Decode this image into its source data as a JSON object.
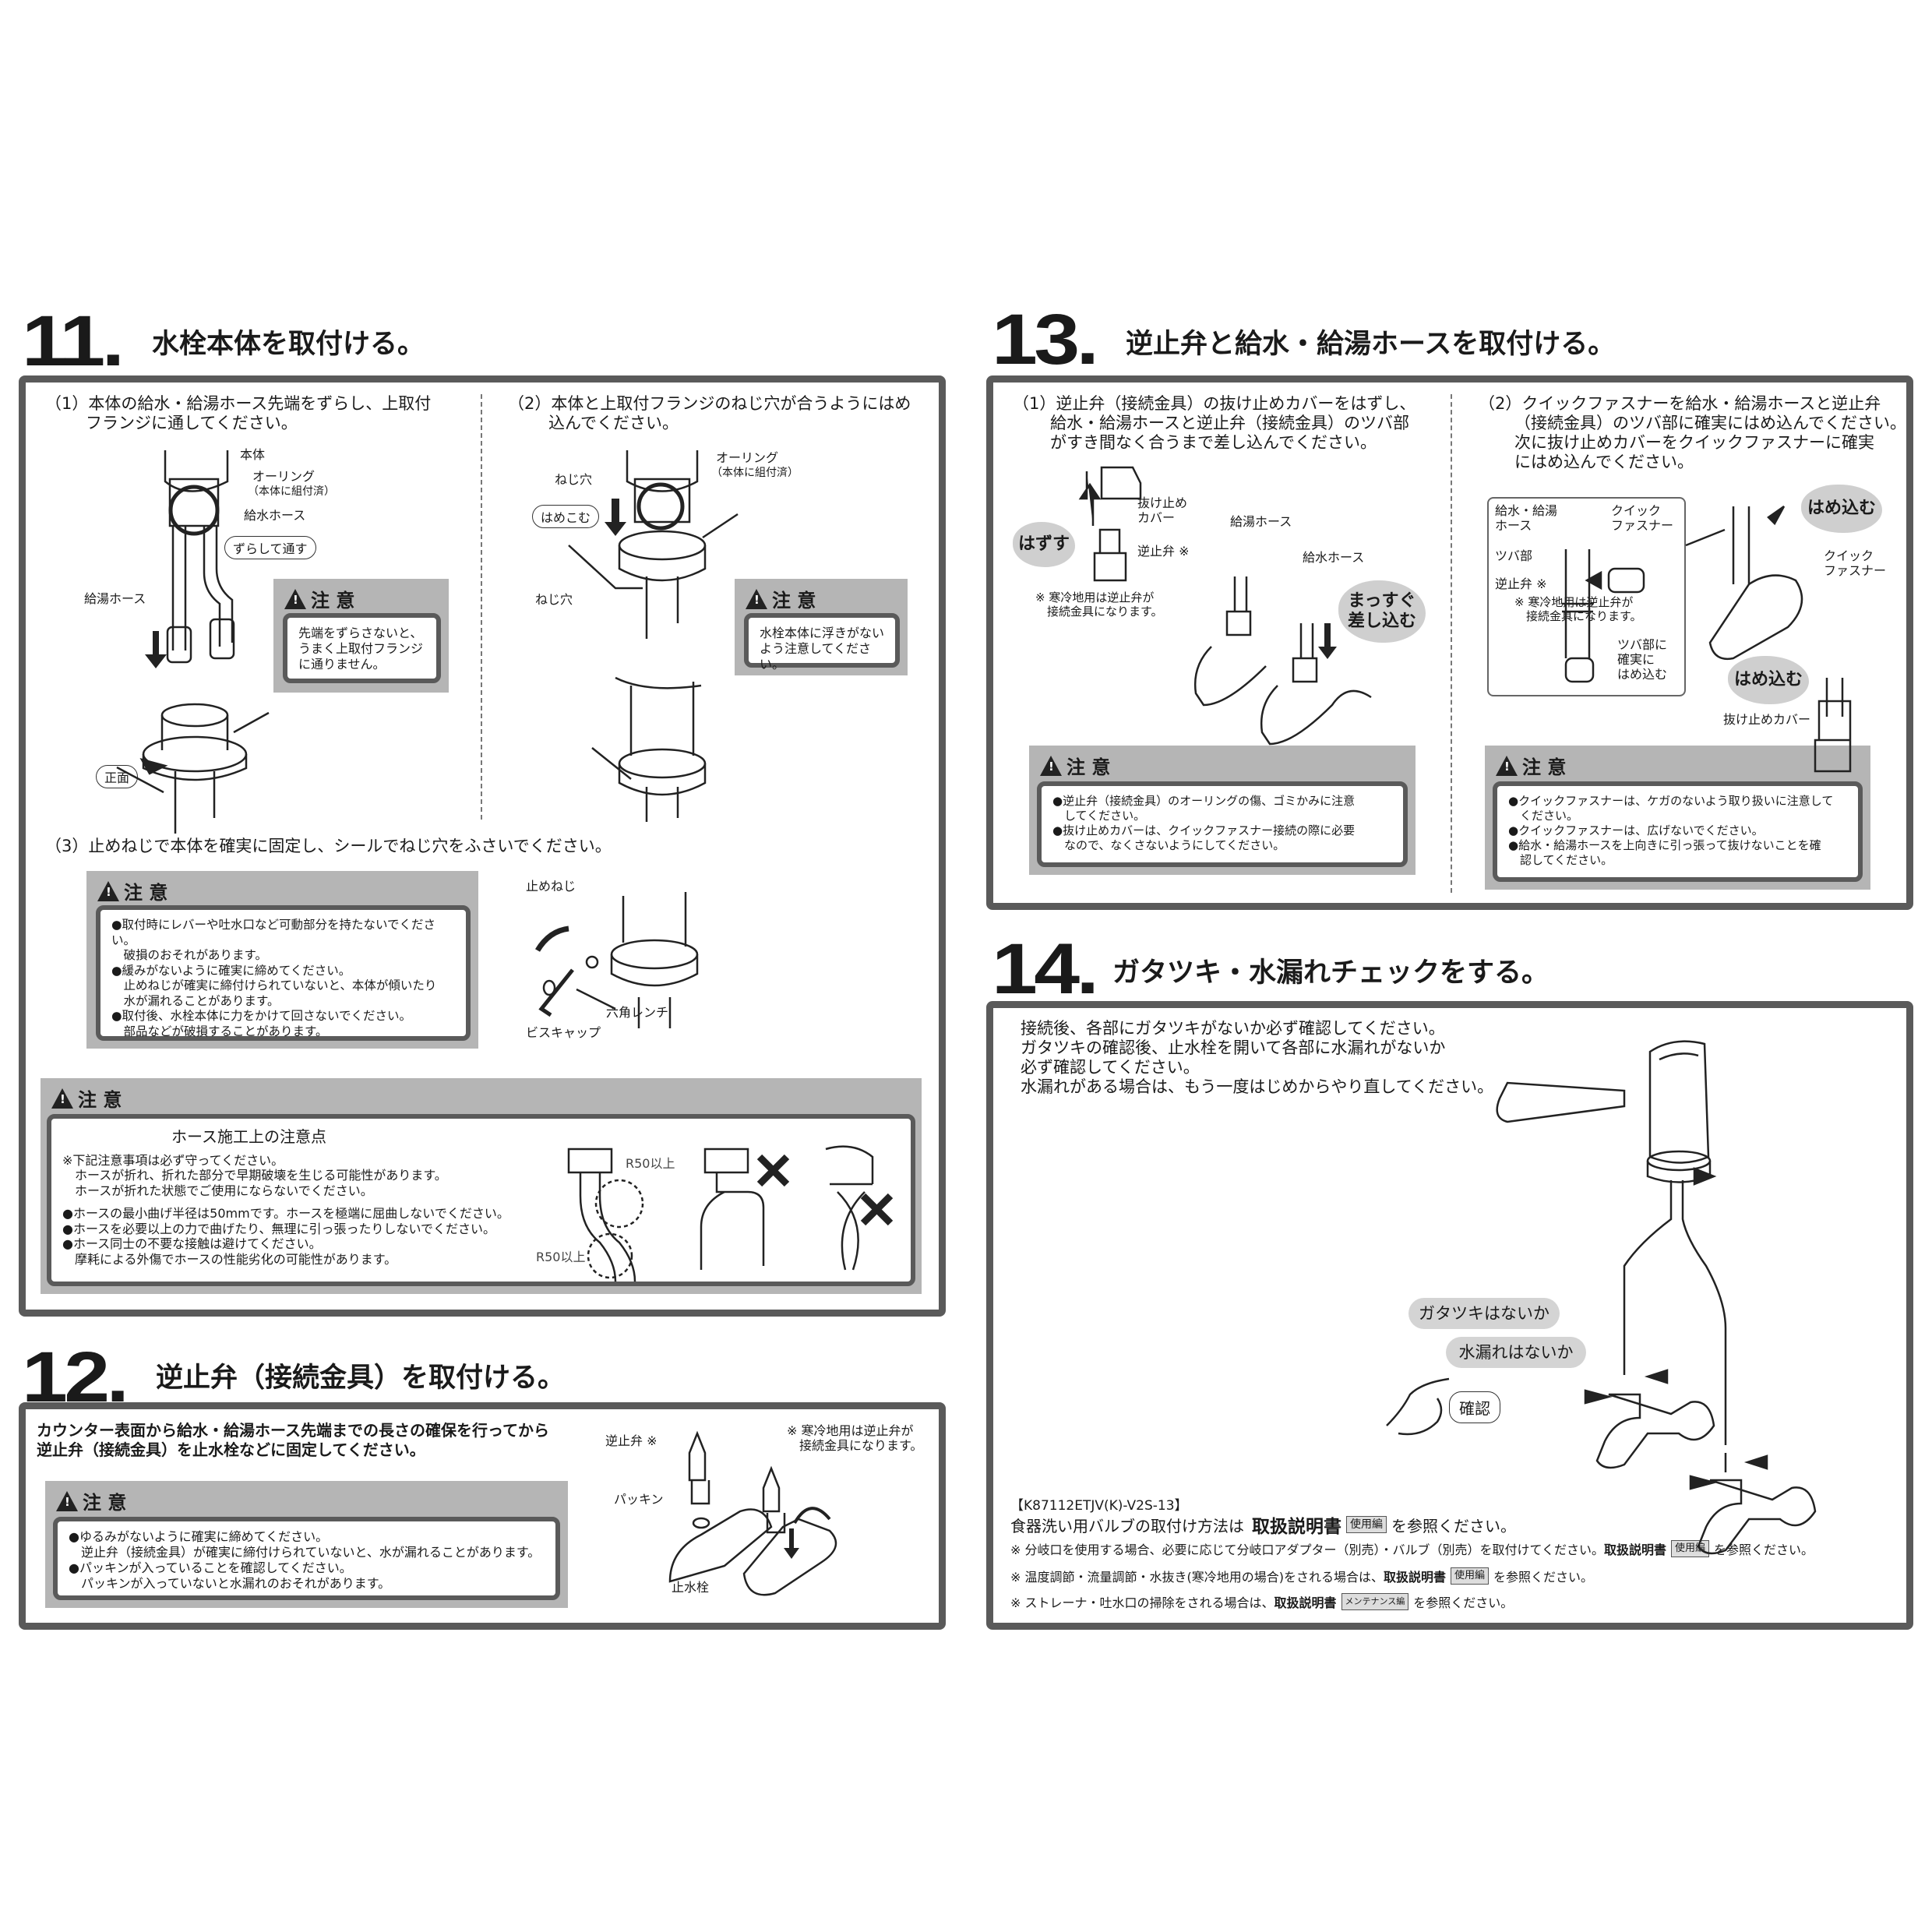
{
  "caution_title": "注 意",
  "s11": {
    "num": "11.",
    "title": "水栓本体を取付ける。",
    "step1": [
      "（1）本体の給水・給湯ホース先端をずらし、上取付",
      "フランジに通してください。"
    ],
    "step2": [
      "（2）本体と上取付フランジのねじ穴が合うようにはめ",
      "込んでください。"
    ],
    "labels1": {
      "hontai": "本体",
      "oring": "オーリング",
      "oring_sub": "（本体に組付済）",
      "kyusui": "給水ホース",
      "zurashite": "ずらして通す",
      "kyuto": "給湯ホース",
      "shomen": "正面"
    },
    "labels2": {
      "oring": "オーリング",
      "oring_sub": "（本体に組付済）",
      "nejiana1": "ねじ穴",
      "hamekomu": "はめこむ",
      "nejiana2": "ねじ穴"
    },
    "caution1": [
      "先端をずらさないと、",
      "うまく上取付フランジ",
      "に通りません。"
    ],
    "caution2": [
      "水栓本体に浮きがない",
      "よう注意してください。"
    ],
    "step3": "（3）止めねじで本体を確実に固定し、シールでねじ穴をふさいでください。",
    "caution3": [
      "●取付時にレバーや吐水口など可動部分を持たないでください。",
      "　破損のおそれがあります。",
      "●緩みがないように確実に締めてください。",
      "　止めねじが確実に締付けられていないと、本体が傾いたり",
      "　水が漏れることがあります。",
      "●取付後、水栓本体に力をかけて回さないでください。",
      "　部品などが破損することがあります。"
    ],
    "labels3": {
      "tomeneji": "止めねじ",
      "rokkaku": "六角レンチ",
      "bis": "ビスキャップ"
    },
    "hose": {
      "heading": "ホース施工上の注意点",
      "lines": [
        "※下記注意事項は必ず守ってください。",
        "　ホースが折れ、折れた部分で早期破壊を生じる可能性があります。",
        "　ホースが折れた状態でご使用にならないでください。",
        "●ホースの最小曲げ半径は50mmです。ホースを極端に屈曲しないでください。",
        "●ホースを必要以上の力で曲げたり、無理に引っ張ったりしないでください。",
        "●ホース同士の不要な接触は避けてください。",
        "　摩耗による外傷でホースの性能劣化の可能性があります。"
      ],
      "r50a": "R50以上",
      "r50b": "R50以上"
    }
  },
  "s12": {
    "num": "12.",
    "title": "逆止弁（接続金具）を取付ける。",
    "intro": [
      "カウンター表面から給水・給湯ホース先端までの長さの確保を行ってから",
      "逆止弁（接続金具）を止水栓などに固定してください。"
    ],
    "caution": [
      "●ゆるみがないように確実に締めてください。",
      "　逆止弁（接続金具）が確実に締付けられていないと、水が漏れることがあります。",
      "●パッキンが入っていることを確認してください。",
      "　パッキンが入っていないと水漏れのおそれがあります。"
    ],
    "labels": {
      "gyakushiben": "逆止弁 ※",
      "packing": "パッキン",
      "shisuisen": "止水栓"
    },
    "note": [
      "※ 寒冷地用は逆止弁が",
      "　接続金具になります。"
    ]
  },
  "s13": {
    "num": "13.",
    "title": "逆止弁と給水・給湯ホースを取付ける。",
    "step1": [
      "（1）逆止弁（接続金具）の抜け止めカバーをはずし、",
      "給水・給湯ホースと逆止弁（接続金具）のツバ部",
      "がすき間なく合うまで差し込んでください。"
    ],
    "step2": [
      "（2）クイックファスナーを給水・給湯ホースと逆止弁",
      "（接続金具）のツバ部に確実にはめ込んでください。",
      "次に抜け止めカバーをクイックファスナーに確実",
      "にはめ込んでください。"
    ],
    "labels1": {
      "cover": [
        "抜け止め",
        "カバー"
      ],
      "hazusu": "はずす",
      "gyakushiben": "逆止弁 ※",
      "note": [
        "※ 寒冷地用は逆止弁が",
        "　接続金具になります。"
      ],
      "kyuto": "給湯ホース",
      "kyusui": "給水ホース",
      "massugu": [
        "まっすぐ",
        "差し込む"
      ]
    },
    "labels2": {
      "hose": [
        "給水・給湯",
        "ホース"
      ],
      "qf": [
        "クイック",
        "ファスナー"
      ],
      "tsuba": "ツバ部",
      "gyakushiben": "逆止弁 ※",
      "note": [
        "※ 寒冷地用は逆止弁が",
        "　接続金具になります。"
      ],
      "tsuba_hame": [
        "ツバ部に",
        "確実に",
        "はめ込む"
      ],
      "hamekomu": "はめ込む",
      "qf2": [
        "クイック",
        "ファスナー"
      ],
      "hamekomu2": "はめ込む",
      "cover": "抜け止めカバー"
    },
    "caution1": [
      "●逆止弁（接続金具）のオーリングの傷、ゴミかみに注意",
      "　してください。",
      "●抜け止めカバーは、クイックファスナー接続の際に必要",
      "　なので、なくさないようにしてください。"
    ],
    "caution2": [
      "●クイックファスナーは、ケガのないよう取り扱いに注意して",
      "　ください。",
      "●クイックファスナーは、広げないでください。",
      "●給水・給湯ホースを上向きに引っ張って抜けないことを確",
      "　認してください。"
    ]
  },
  "s14": {
    "num": "14.",
    "title": "ガタツキ・水漏れチェックをする。",
    "intro": [
      "接続後、各部にガタツキがないか必ず確認してください。",
      "ガタツキの確認後、止水栓を開いて各部に水漏れがないか",
      "必ず確認してください。",
      "水漏れがある場合は、もう一度はじめからやり直してください。"
    ],
    "bubble1": "ガタツキはないか",
    "bubble2": "水漏れはないか",
    "kakunin": "確認",
    "code": "【K87112ETJV(K)-V2S-13】",
    "main": {
      "pre": "食器洗い用バルブの取付け方法は",
      "manual": "取扱説明書",
      "tag": "使用編",
      "post": "を参照ください。"
    },
    "notes": [
      {
        "pre": "※ 分岐口を使用する場合、必要に応じて分岐口アダプター（別売）・バルブ（別売）を取付けてください。",
        "manual": "取扱説明書",
        "tag": "使用編",
        "post": "を参照ください。"
      },
      {
        "pre": "※ 温度調節・流量調節・水抜き(寒冷地用の場合)をされる場合は、",
        "manual": "取扱説明書",
        "tag": "使用編",
        "post": "を参照ください。"
      },
      {
        "pre": "※ ストレーナ・吐水口の掃除をされる場合は、",
        "manual": "取扱説明書",
        "tag": "メンテナンス編",
        "post": "を参照ください。"
      }
    ]
  }
}
